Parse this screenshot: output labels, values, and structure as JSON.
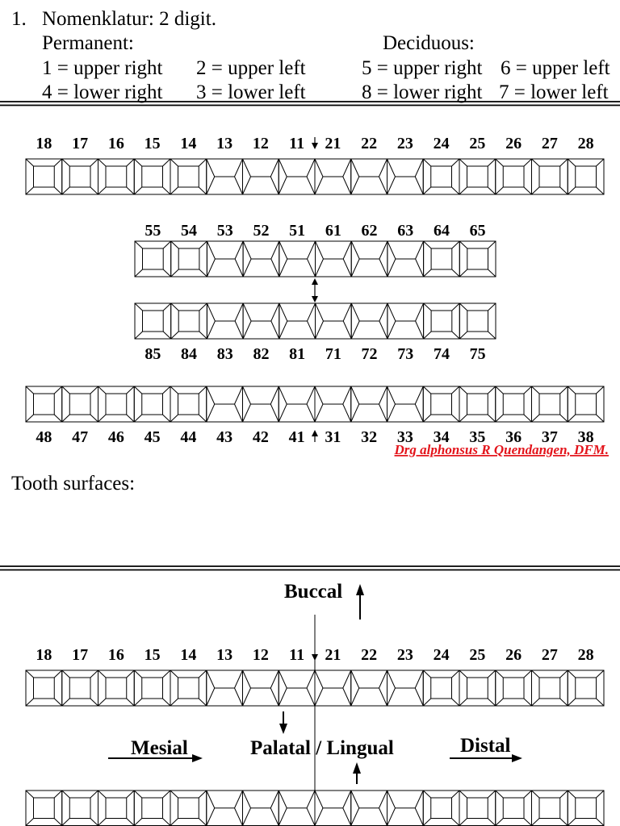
{
  "nomenclature": {
    "item_number": "1.",
    "title": "Nomenklatur: 2 digit.",
    "permanent": {
      "heading": "Permanent:",
      "upper_right": "1 = upper right",
      "upper_left": "2 = upper left",
      "lower_right": "4 = lower right",
      "lower_left": "3 = lower left"
    },
    "deciduous": {
      "heading": "Deciduous:",
      "upper_right": "5 = upper right",
      "upper_left": "6 = upper left",
      "lower_right": "8 = lower right",
      "lower_left": "7 = lower left"
    }
  },
  "numbering_chart": {
    "permanent_upper": [
      "18",
      "17",
      "16",
      "15",
      "14",
      "13",
      "12",
      "11",
      "21",
      "22",
      "23",
      "24",
      "25",
      "26",
      "27",
      "28"
    ],
    "deciduous_upper": [
      "55",
      "54",
      "53",
      "52",
      "51",
      "61",
      "62",
      "63",
      "64",
      "65"
    ],
    "deciduous_lower": [
      "85",
      "84",
      "83",
      "82",
      "81",
      "71",
      "72",
      "73",
      "74",
      "75"
    ],
    "permanent_lower": [
      "48",
      "47",
      "46",
      "45",
      "44",
      "43",
      "42",
      "41",
      "31",
      "32",
      "33",
      "34",
      "35",
      "36",
      "37",
      "38"
    ],
    "credit": "Drg alphonsus R Quendangen, DFM."
  },
  "surfaces": {
    "heading": "Tooth surfaces:",
    "buccal": "Buccal",
    "mesial": "Mesial",
    "palatal_lingual": "Palatal / Lingual",
    "distal": "Distal",
    "upper_row": [
      "18",
      "17",
      "16",
      "15",
      "14",
      "13",
      "12",
      "11",
      "21",
      "22",
      "23",
      "24",
      "25",
      "26",
      "27",
      "28"
    ]
  },
  "colors": {
    "credit_text": "#e3141b"
  }
}
